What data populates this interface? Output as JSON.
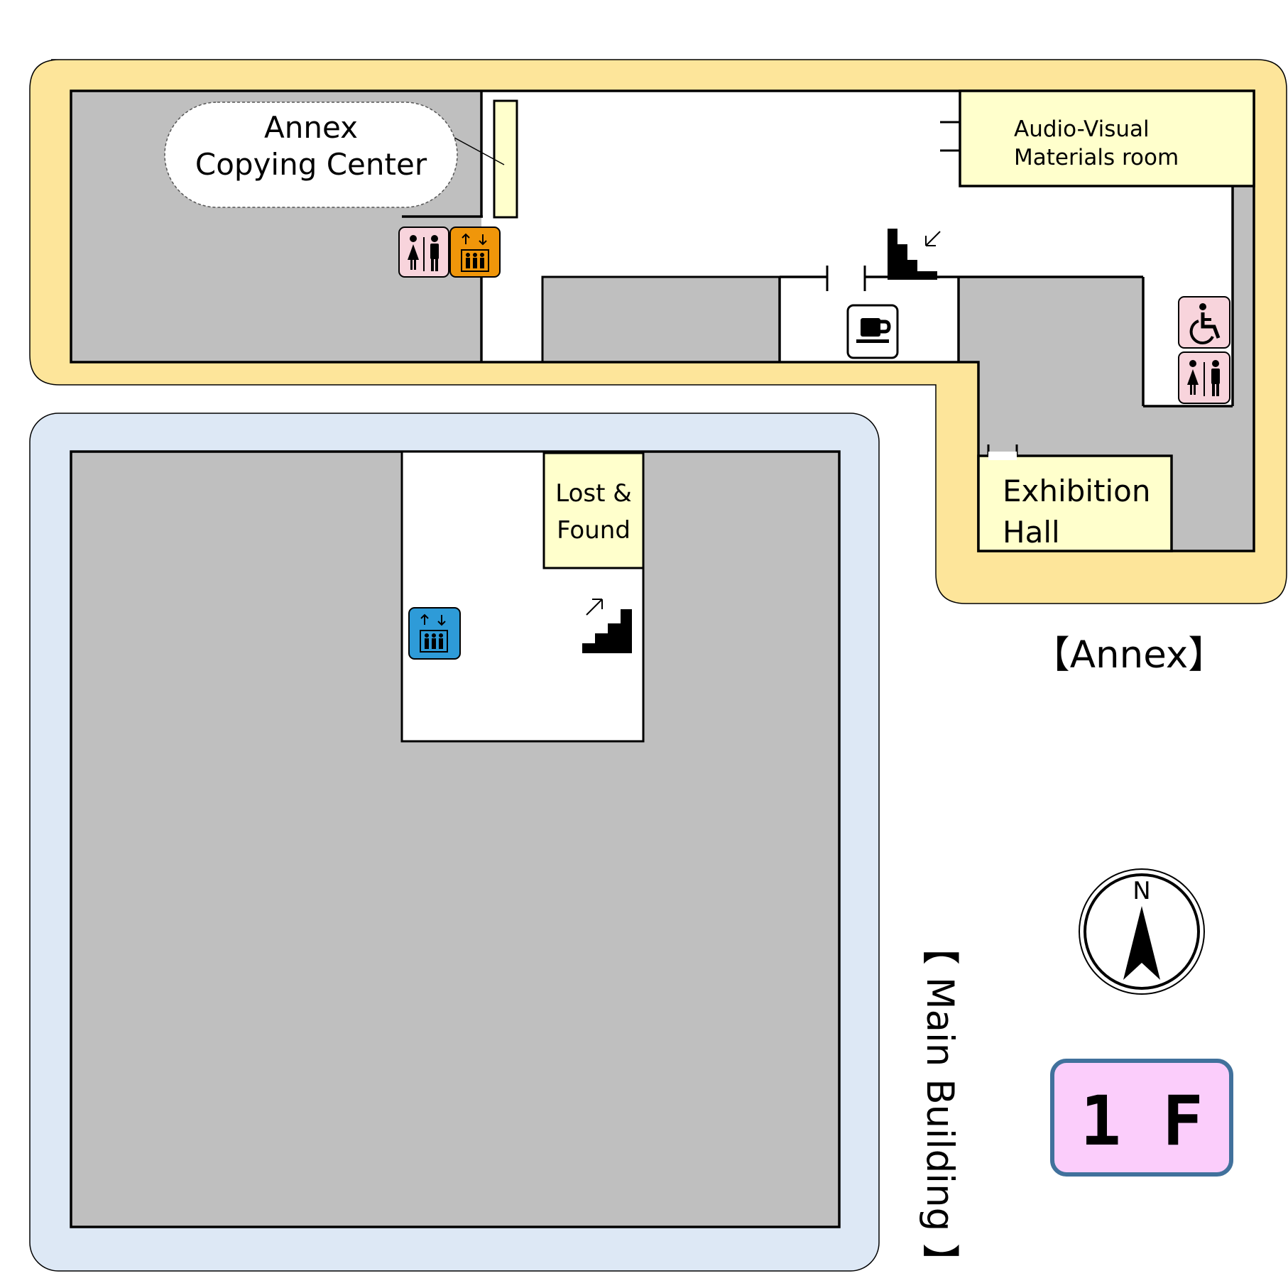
{
  "map": {
    "floor_label": "1 F",
    "north_label": "N",
    "buildings": {
      "annex": {
        "name": "【Annex】"
      },
      "main": {
        "name": "【 Main Building 】"
      }
    },
    "rooms": {
      "copying_center": {
        "line1": "Annex",
        "line2": "Copying Center"
      },
      "audio_visual": {
        "line1": "Audio-Visual",
        "line2": "Materials room"
      },
      "exhibition_hall": {
        "line1": "Exhibition",
        "line2": "Hall"
      },
      "lost_found": {
        "line1": "Lost &",
        "line2": "Found"
      }
    },
    "icons": [
      "restroom-icon",
      "elevator-icon",
      "cafe-icon",
      "stairs-icon",
      "accessible-icon",
      "compass-icon"
    ],
    "colors": {
      "annex_band": "#FDE59A",
      "main_band": "#DDE8F5",
      "closed_area": "#BFBFBF",
      "room_fill": "#FFFFCC",
      "restroom": "#F8D4DC",
      "elevator_annex": "#F0960A",
      "elevator_main": "#2E9BD8",
      "floor_badge": "#FBCDFB",
      "floor_badge_border": "#41719C"
    }
  }
}
